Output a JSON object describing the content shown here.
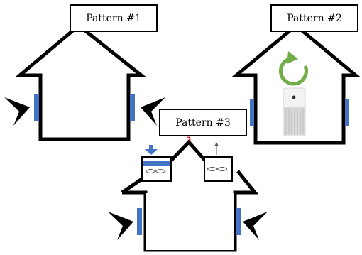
{
  "labels": {
    "pattern1": "Pattern #1",
    "pattern2": "Pattern #2",
    "pattern3": "Pattern #3"
  },
  "markers": {
    "attic_number": "3"
  },
  "colors": {
    "outline": "#000000",
    "vent": "#4472c4",
    "recycle_arrow": "#70ad47",
    "fan_arrow": "#4472c4",
    "marker_text": "#e00000"
  },
  "icons": {
    "vent": "wall-vent-icon",
    "airflow": "airflow-arrow-icon",
    "recirculation": "circular-arrow-icon",
    "purifier": "air-purifier-icon",
    "ventilation_fan": "ventilation-fan-icon"
  }
}
